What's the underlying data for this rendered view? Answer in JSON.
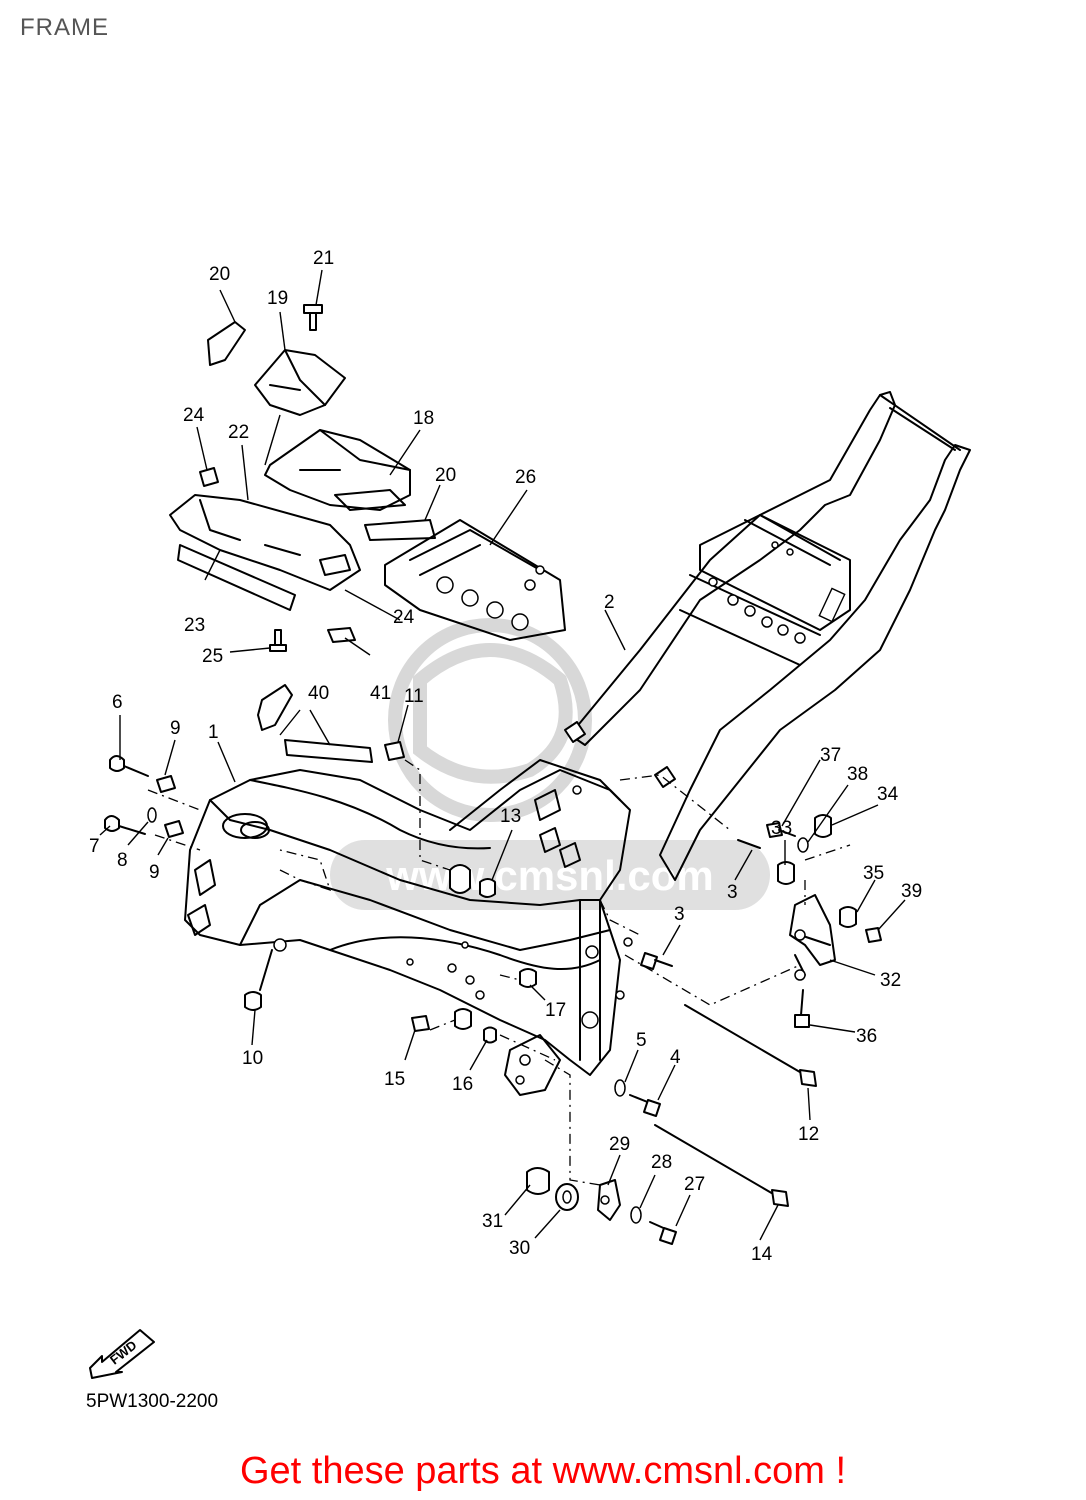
{
  "page": {
    "title": "FRAME"
  },
  "diagram": {
    "callouts": [
      {
        "id": "c1",
        "label": "1"
      },
      {
        "id": "c2",
        "label": "2"
      },
      {
        "id": "c3a",
        "label": "3"
      },
      {
        "id": "c3b",
        "label": "3"
      },
      {
        "id": "c4",
        "label": "4"
      },
      {
        "id": "c5",
        "label": "5"
      },
      {
        "id": "c6",
        "label": "6"
      },
      {
        "id": "c7",
        "label": "7"
      },
      {
        "id": "c8",
        "label": "8"
      },
      {
        "id": "c9a",
        "label": "9"
      },
      {
        "id": "c9b",
        "label": "9"
      },
      {
        "id": "c10",
        "label": "10"
      },
      {
        "id": "c11",
        "label": "11"
      },
      {
        "id": "c12",
        "label": "12"
      },
      {
        "id": "c13",
        "label": "13"
      },
      {
        "id": "c14",
        "label": "14"
      },
      {
        "id": "c15",
        "label": "15"
      },
      {
        "id": "c16",
        "label": "16"
      },
      {
        "id": "c17",
        "label": "17"
      },
      {
        "id": "c18",
        "label": "18"
      },
      {
        "id": "c19",
        "label": "19"
      },
      {
        "id": "c20a",
        "label": "20"
      },
      {
        "id": "c20b",
        "label": "20"
      },
      {
        "id": "c21",
        "label": "21"
      },
      {
        "id": "c22",
        "label": "22"
      },
      {
        "id": "c23",
        "label": "23"
      },
      {
        "id": "c24a",
        "label": "24"
      },
      {
        "id": "c24b",
        "label": "24"
      },
      {
        "id": "c25",
        "label": "25"
      },
      {
        "id": "c26",
        "label": "26"
      },
      {
        "id": "c27",
        "label": "27"
      },
      {
        "id": "c28",
        "label": "28"
      },
      {
        "id": "c29",
        "label": "29"
      },
      {
        "id": "c30",
        "label": "30"
      },
      {
        "id": "c31",
        "label": "31"
      },
      {
        "id": "c32",
        "label": "32"
      },
      {
        "id": "c33",
        "label": "33"
      },
      {
        "id": "c34",
        "label": "34"
      },
      {
        "id": "c35",
        "label": "35"
      },
      {
        "id": "c36",
        "label": "36"
      },
      {
        "id": "c37",
        "label": "37"
      },
      {
        "id": "c38",
        "label": "38"
      },
      {
        "id": "c39",
        "label": "39"
      },
      {
        "id": "c40",
        "label": "40"
      },
      {
        "id": "c41",
        "label": "41"
      }
    ],
    "forward_marker": "FWD",
    "drawing_code": "5PW1300-2200",
    "watermark_text": "www.cmsnl.com"
  },
  "footer": {
    "cta": "Get these parts at www.cmsnl.com !",
    "color": "#ff0000"
  }
}
